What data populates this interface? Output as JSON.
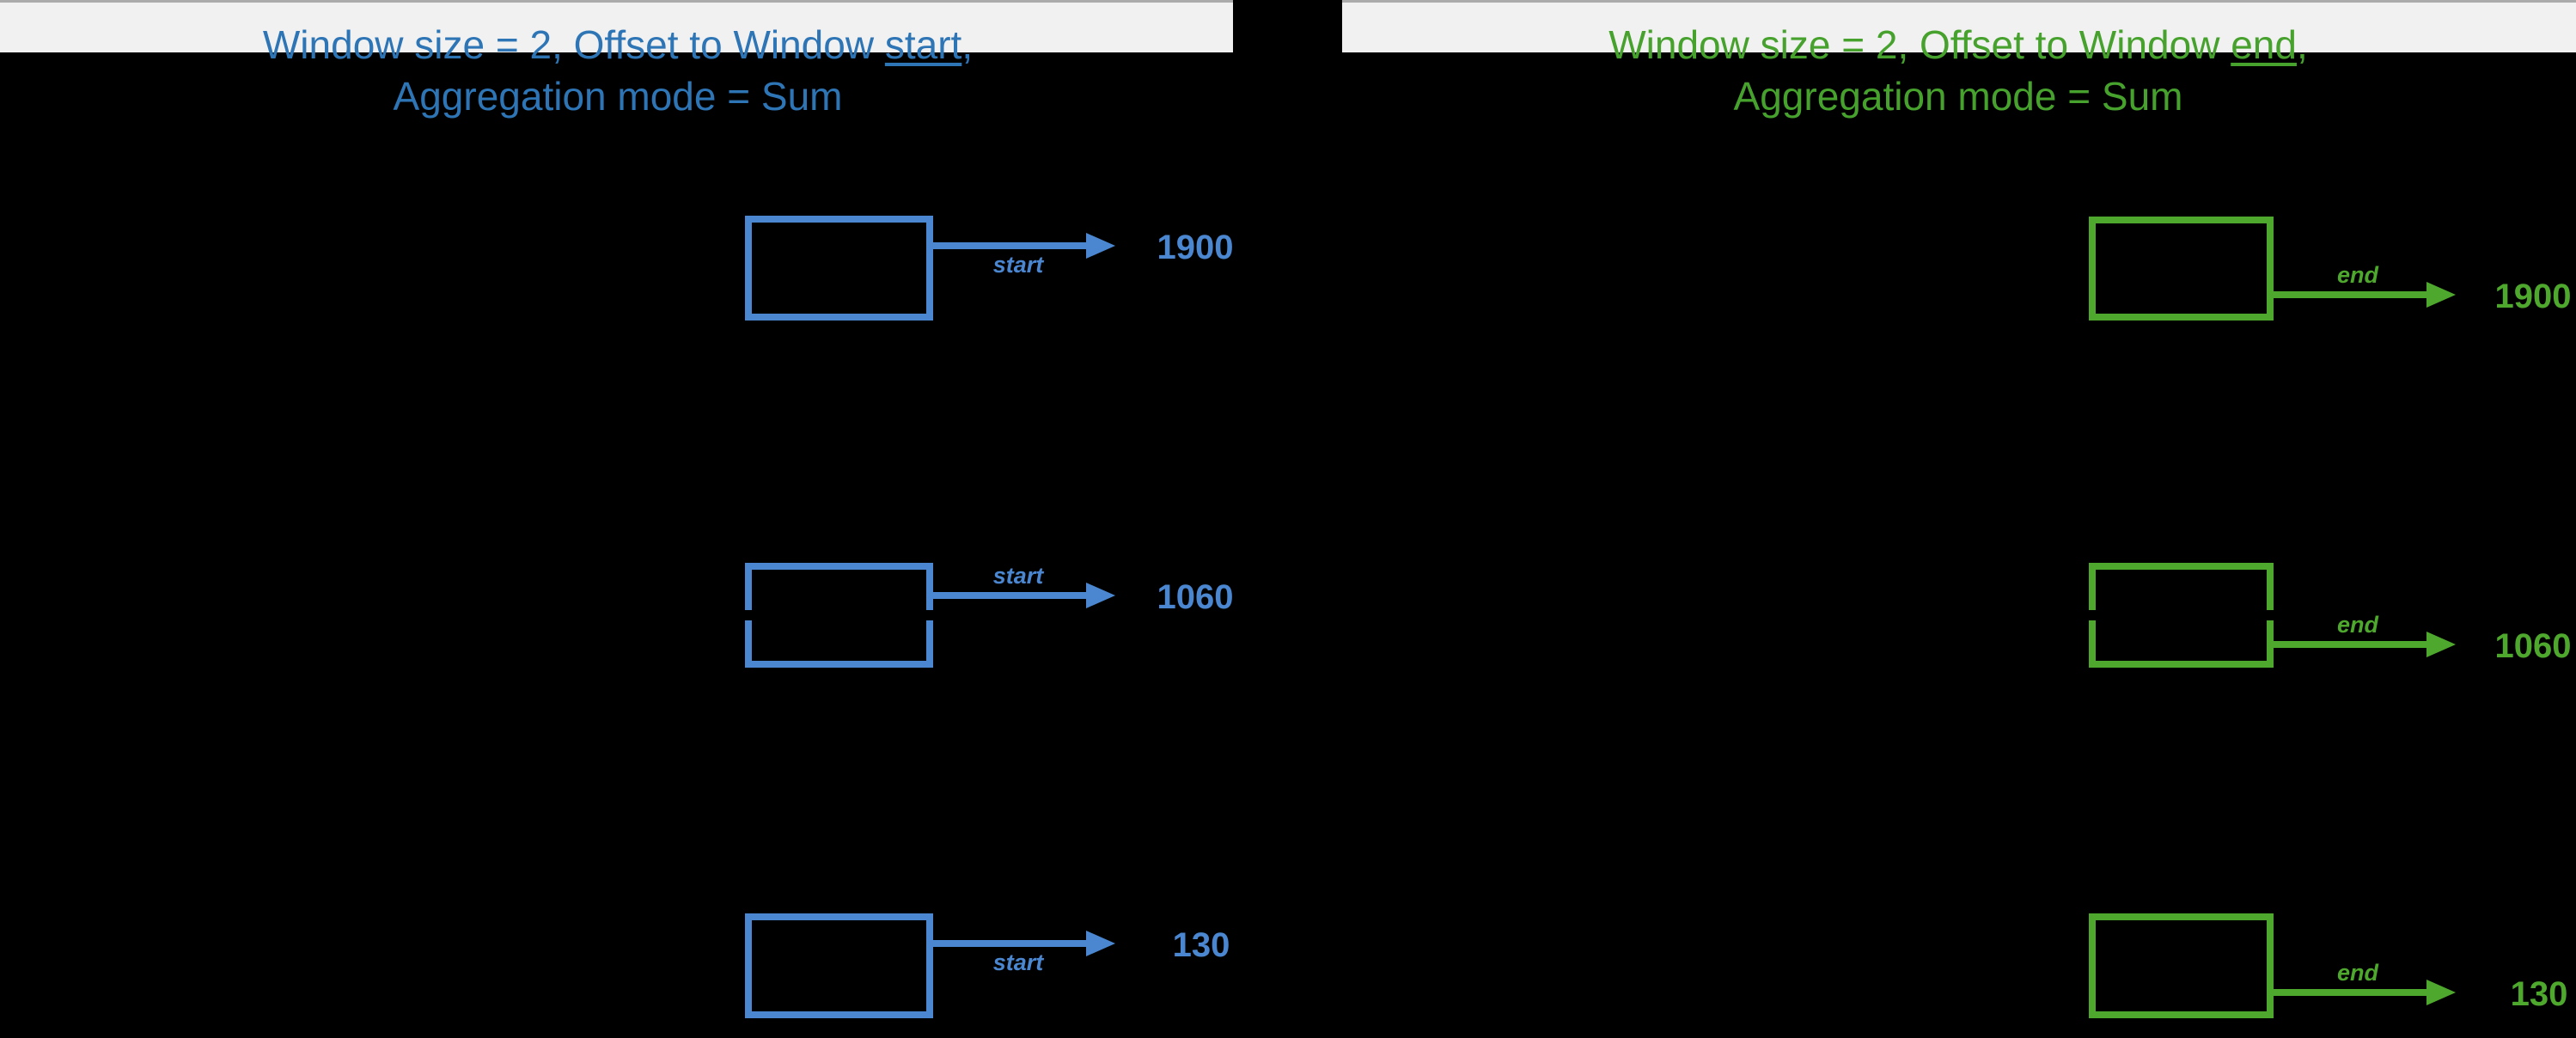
{
  "page": {
    "background": "#000000",
    "stripe_color": "#F1F1F1",
    "stripe_edge_color": "#ABABAB"
  },
  "panels": [
    {
      "side": "left",
      "colors": {
        "title": "#2E75B6",
        "shape": "#4A87D0"
      },
      "title": {
        "pre": "Window size = 2, Offset to Window ",
        "underlined": "start",
        "post": ",",
        "line2": "Aggregation mode = Sum"
      },
      "rows": [
        {
          "arrow_label": "start",
          "value": "1900"
        },
        {
          "arrow_label": "start",
          "value": "1060"
        },
        {
          "arrow_label": "start",
          "value": "130"
        }
      ]
    },
    {
      "side": "right",
      "colors": {
        "title": "#46A12D",
        "shape": "#4FA82E"
      },
      "title": {
        "pre": "Window size = 2, Offset to Window ",
        "underlined": "end",
        "post": ",",
        "line2": "Aggregation mode = Sum"
      },
      "rows": [
        {
          "arrow_label": "end",
          "value": "1900"
        },
        {
          "arrow_label": "end",
          "value": "1060"
        },
        {
          "arrow_label": "end",
          "value": "130"
        }
      ]
    }
  ]
}
